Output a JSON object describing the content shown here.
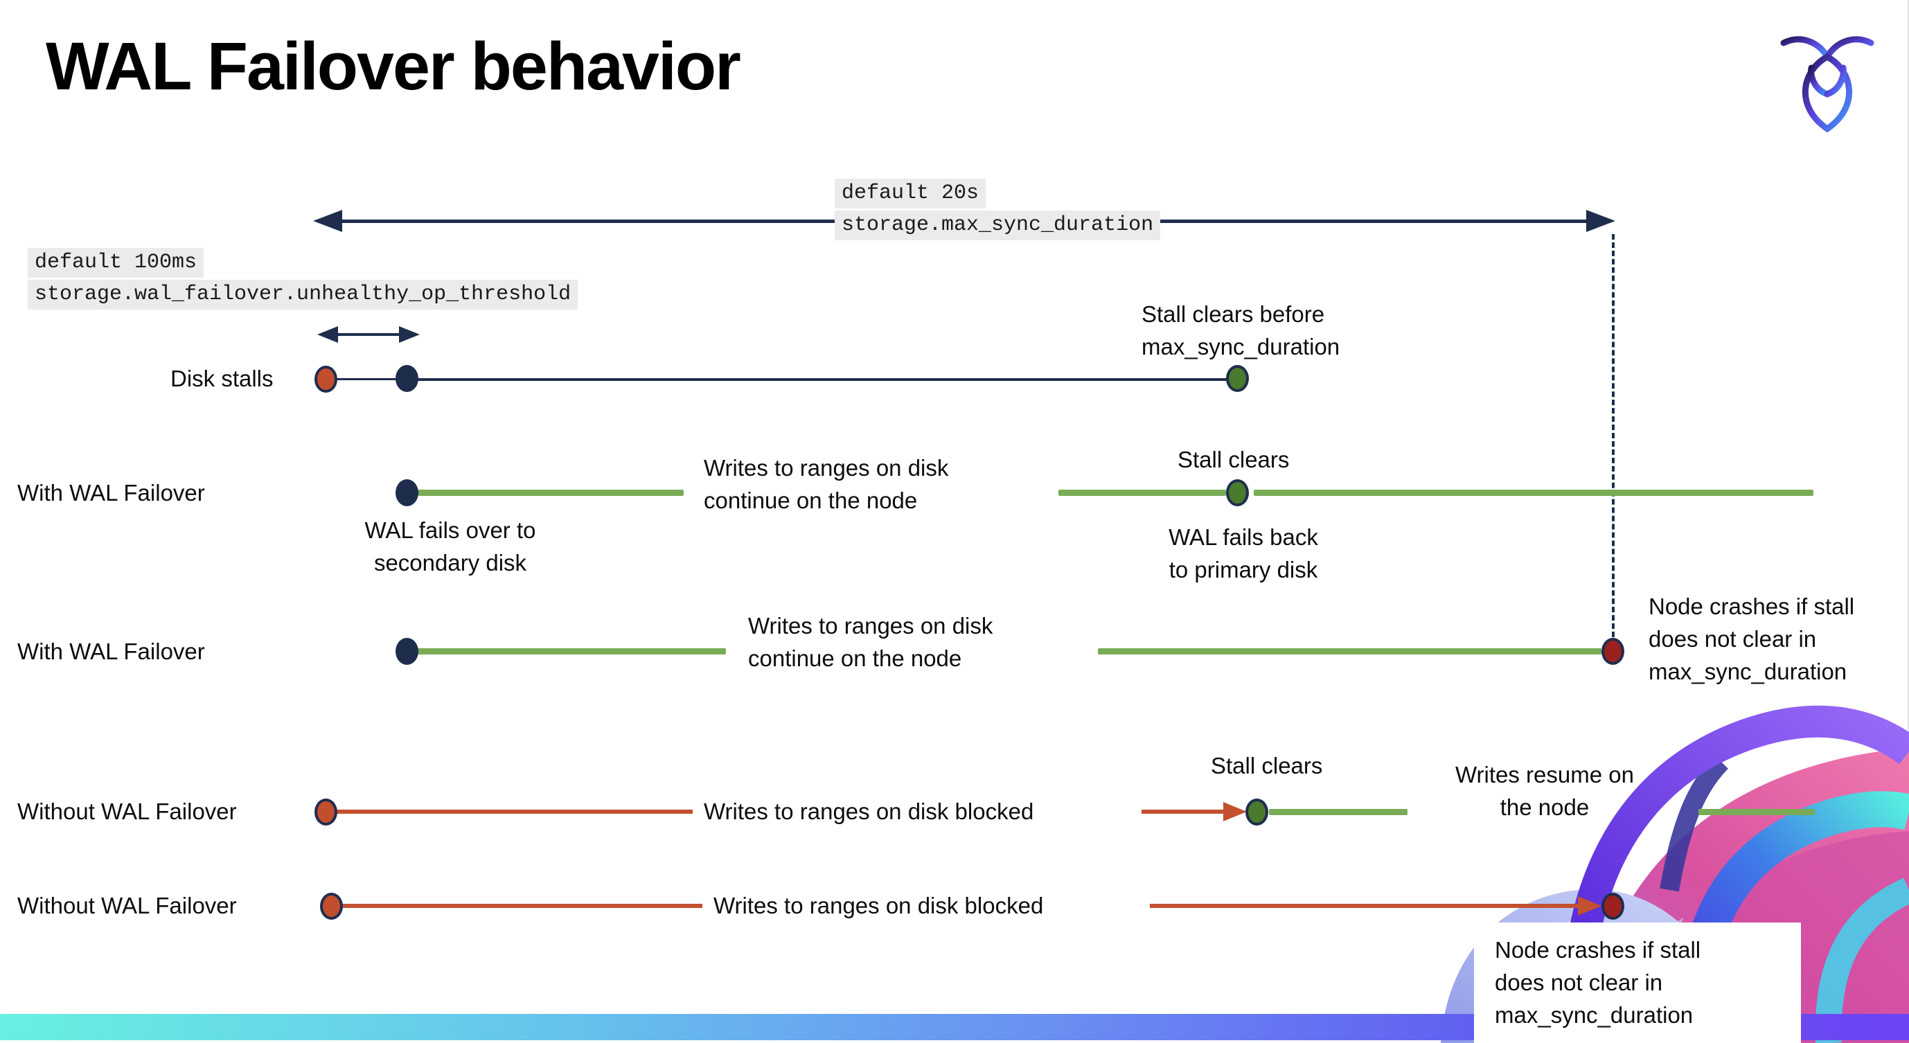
{
  "title": "WAL Failover behavior",
  "params": {
    "max_sync": {
      "default": "default 20s",
      "setting": "storage.max_sync_duration"
    },
    "unhealthy_op": {
      "default": "default 100ms",
      "setting": "storage.wal_failover.unhealthy_op_threshold"
    }
  },
  "rows": [
    {
      "label": "Disk stalls"
    },
    {
      "label": "With WAL Failover"
    },
    {
      "label": "With WAL Failover"
    },
    {
      "label": "Without WAL Failover"
    },
    {
      "label": "Without WAL Failover"
    }
  ],
  "annotations": {
    "stall_clears_before": "Stall clears before\nmax_sync_duration",
    "stall_clears": "Stall clears",
    "wal_fails_over": "WAL fails over to\nsecondary disk",
    "wal_fails_back": "WAL fails  back\nto primary disk",
    "writes_continue": "Writes to ranges on disk\ncontinue on the node",
    "writes_blocked": "Writes to ranges on disk  blocked",
    "writes_resume": "Writes resume on\nthe node",
    "node_crashes": "Node crashes if stall\ndoes not clear in\nmax_sync_duration"
  },
  "icons": {
    "logo": "cockroach-logo",
    "decoration": "cockroach-art"
  },
  "colors": {
    "navy": "#1F2D4D",
    "green_line": "#79AB56",
    "green_dot": "#4A7A2D",
    "red_line": "#C35130",
    "red_dot": "#C14F2D",
    "dark_red_dot": "#9B2020",
    "chip_bg": "#EBEBEB",
    "bar_gradient": [
      "#68F0E2",
      "#66C2EC",
      "#6A8FF2",
      "#6D43F3"
    ]
  }
}
